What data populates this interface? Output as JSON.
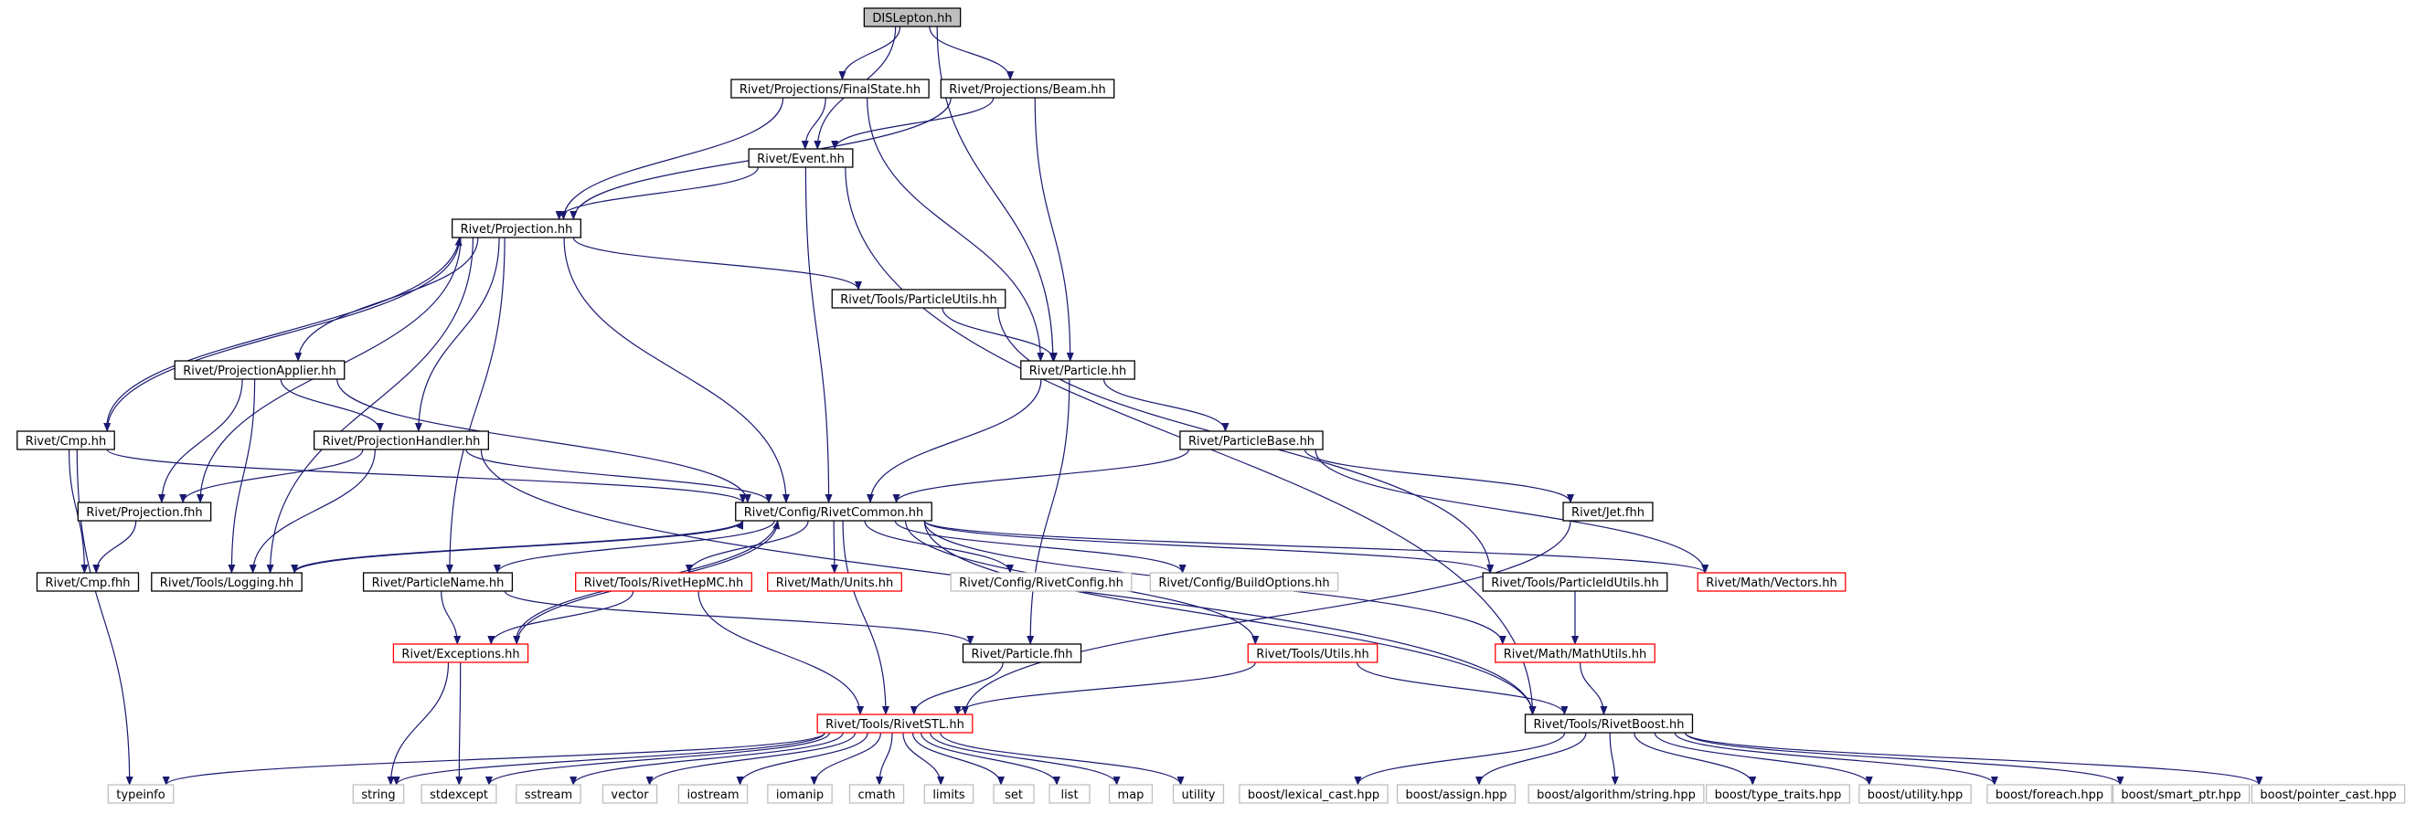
{
  "diagram": {
    "type": "include-dependency-graph",
    "root": "DISLepton.hh",
    "colors": {
      "edge": "#191970",
      "root_fill": "#bfbfbf",
      "documented_border": "#000000",
      "undocumented_border": "#ff0000",
      "external_border": "#bfbfbf"
    },
    "nodes": [
      {
        "id": "dislepton",
        "label": "DISLepton.hh",
        "kind": "root"
      },
      {
        "id": "finalstate",
        "label": "Rivet/Projections/FinalState.hh",
        "kind": "doc"
      },
      {
        "id": "beam",
        "label": "Rivet/Projections/Beam.hh",
        "kind": "doc"
      },
      {
        "id": "event",
        "label": "Rivet/Event.hh",
        "kind": "doc"
      },
      {
        "id": "projection",
        "label": "Rivet/Projection.hh",
        "kind": "doc"
      },
      {
        "id": "particleutils",
        "label": "Rivet/Tools/ParticleUtils.hh",
        "kind": "doc"
      },
      {
        "id": "projapplier",
        "label": "Rivet/ProjectionApplier.hh",
        "kind": "doc"
      },
      {
        "id": "particle",
        "label": "Rivet/Particle.hh",
        "kind": "doc"
      },
      {
        "id": "cmp",
        "label": "Rivet/Cmp.hh",
        "kind": "doc"
      },
      {
        "id": "projhandler",
        "label": "Rivet/ProjectionHandler.hh",
        "kind": "doc"
      },
      {
        "id": "particlebase",
        "label": "Rivet/ParticleBase.hh",
        "kind": "doc"
      },
      {
        "id": "projfhh",
        "label": "Rivet/Projection.fhh",
        "kind": "doc"
      },
      {
        "id": "rivetcommon",
        "label": "Rivet/Config/RivetCommon.hh",
        "kind": "doc"
      },
      {
        "id": "jetfhh",
        "label": "Rivet/Jet.fhh",
        "kind": "doc"
      },
      {
        "id": "cmpfhh",
        "label": "Rivet/Cmp.fhh",
        "kind": "doc"
      },
      {
        "id": "logging",
        "label": "Rivet/Tools/Logging.hh",
        "kind": "doc"
      },
      {
        "id": "particlename",
        "label": "Rivet/ParticleName.hh",
        "kind": "doc"
      },
      {
        "id": "rivethepmc",
        "label": "Rivet/Tools/RivetHepMC.hh",
        "kind": "undoc"
      },
      {
        "id": "units",
        "label": "Rivet/Math/Units.hh",
        "kind": "undoc"
      },
      {
        "id": "rivetconfig",
        "label": "Rivet/Config/RivetConfig.hh",
        "kind": "ext"
      },
      {
        "id": "buildoptions",
        "label": "Rivet/Config/BuildOptions.hh",
        "kind": "ext"
      },
      {
        "id": "particleidutils",
        "label": "Rivet/Tools/ParticleIdUtils.hh",
        "kind": "doc"
      },
      {
        "id": "vectors",
        "label": "Rivet/Math/Vectors.hh",
        "kind": "undoc"
      },
      {
        "id": "exceptions",
        "label": "Rivet/Exceptions.hh",
        "kind": "undoc"
      },
      {
        "id": "particlefhh",
        "label": "Rivet/Particle.fhh",
        "kind": "doc"
      },
      {
        "id": "utils",
        "label": "Rivet/Tools/Utils.hh",
        "kind": "undoc"
      },
      {
        "id": "mathutils",
        "label": "Rivet/Math/MathUtils.hh",
        "kind": "undoc"
      },
      {
        "id": "rivetstl",
        "label": "Rivet/Tools/RivetSTL.hh",
        "kind": "undoc"
      },
      {
        "id": "rivetboost",
        "label": "Rivet/Tools/RivetBoost.hh",
        "kind": "doc"
      },
      {
        "id": "typeinfo",
        "label": "typeinfo",
        "kind": "ext"
      },
      {
        "id": "string",
        "label": "string",
        "kind": "ext"
      },
      {
        "id": "stdexcept",
        "label": "stdexcept",
        "kind": "ext"
      },
      {
        "id": "sstream",
        "label": "sstream",
        "kind": "ext"
      },
      {
        "id": "vector",
        "label": "vector",
        "kind": "ext"
      },
      {
        "id": "iostream",
        "label": "iostream",
        "kind": "ext"
      },
      {
        "id": "iomanip",
        "label": "iomanip",
        "kind": "ext"
      },
      {
        "id": "cmath",
        "label": "cmath",
        "kind": "ext"
      },
      {
        "id": "limits",
        "label": "limits",
        "kind": "ext"
      },
      {
        "id": "set",
        "label": "set",
        "kind": "ext"
      },
      {
        "id": "list",
        "label": "list",
        "kind": "ext"
      },
      {
        "id": "map",
        "label": "map",
        "kind": "ext"
      },
      {
        "id": "utility",
        "label": "utility",
        "kind": "ext"
      },
      {
        "id": "lexicalcast",
        "label": "boost/lexical_cast.hpp",
        "kind": "ext"
      },
      {
        "id": "assign",
        "label": "boost/assign.hpp",
        "kind": "ext"
      },
      {
        "id": "algostring",
        "label": "boost/algorithm/string.hpp",
        "kind": "ext"
      },
      {
        "id": "typetraits",
        "label": "boost/type_traits.hpp",
        "kind": "ext"
      },
      {
        "id": "butility",
        "label": "boost/utility.hpp",
        "kind": "ext"
      },
      {
        "id": "foreach",
        "label": "boost/foreach.hpp",
        "kind": "ext"
      },
      {
        "id": "smartptr",
        "label": "boost/smart_ptr.hpp",
        "kind": "ext"
      },
      {
        "id": "pointercast",
        "label": "boost/pointer_cast.hpp",
        "kind": "ext"
      }
    ],
    "edges": [
      [
        "dislepton",
        "finalstate"
      ],
      [
        "dislepton",
        "beam"
      ],
      [
        "dislepton",
        "event"
      ],
      [
        "dislepton",
        "particle"
      ],
      [
        "finalstate",
        "event"
      ],
      [
        "finalstate",
        "projection"
      ],
      [
        "finalstate",
        "particle"
      ],
      [
        "beam",
        "event"
      ],
      [
        "beam",
        "projection"
      ],
      [
        "beam",
        "particle"
      ],
      [
        "event",
        "projection"
      ],
      [
        "event",
        "rivetcommon"
      ],
      [
        "event",
        "rivetboost"
      ],
      [
        "projection",
        "particleutils"
      ],
      [
        "projection",
        "projapplier"
      ],
      [
        "projection",
        "cmp"
      ],
      [
        "projection",
        "projhandler"
      ],
      [
        "projection",
        "projfhh"
      ],
      [
        "projection",
        "rivetcommon"
      ],
      [
        "projection",
        "logging"
      ],
      [
        "projection",
        "particlename"
      ],
      [
        "particleutils",
        "particle"
      ],
      [
        "particleutils",
        "particleidutils"
      ],
      [
        "projapplier",
        "projhandler"
      ],
      [
        "projapplier",
        "projfhh"
      ],
      [
        "projapplier",
        "logging"
      ],
      [
        "projapplier",
        "rivetcommon"
      ],
      [
        "particle",
        "particlebase"
      ],
      [
        "particle",
        "rivetcommon"
      ],
      [
        "particle",
        "particlefhh"
      ],
      [
        "cmp",
        "projection"
      ],
      [
        "cmp",
        "cmpfhh"
      ],
      [
        "cmp",
        "rivetcommon"
      ],
      [
        "cmp",
        "typeinfo"
      ],
      [
        "projhandler",
        "rivetcommon"
      ],
      [
        "projhandler",
        "projfhh"
      ],
      [
        "projhandler",
        "logging"
      ],
      [
        "projhandler",
        "rivetboost"
      ],
      [
        "particlebase",
        "rivetcommon"
      ],
      [
        "particlebase",
        "jetfhh"
      ],
      [
        "particlebase",
        "vectors"
      ],
      [
        "projfhh",
        "cmpfhh"
      ],
      [
        "jetfhh",
        "rivetstl"
      ],
      [
        "rivetcommon",
        "logging"
      ],
      [
        "rivetcommon",
        "particlename"
      ],
      [
        "rivetcommon",
        "rivethepmc"
      ],
      [
        "rivetcommon",
        "units"
      ],
      [
        "rivetcommon",
        "rivetconfig"
      ],
      [
        "rivetcommon",
        "buildoptions"
      ],
      [
        "rivetcommon",
        "particleidutils"
      ],
      [
        "rivetcommon",
        "vectors"
      ],
      [
        "rivetcommon",
        "exceptions"
      ],
      [
        "rivetcommon",
        "utils"
      ],
      [
        "rivetcommon",
        "mathutils"
      ],
      [
        "rivetcommon",
        "rivetstl"
      ],
      [
        "rivetcommon",
        "rivetboost"
      ],
      [
        "logging",
        "rivetcommon"
      ],
      [
        "particlename",
        "exceptions"
      ],
      [
        "particlename",
        "particlefhh"
      ],
      [
        "rivethepmc",
        "exceptions"
      ],
      [
        "rivethepmc",
        "rivetstl"
      ],
      [
        "exceptions",
        "rivetcommon"
      ],
      [
        "exceptions",
        "string"
      ],
      [
        "exceptions",
        "stdexcept"
      ],
      [
        "particlefhh",
        "rivetstl"
      ],
      [
        "particleidutils",
        "mathutils"
      ],
      [
        "utils",
        "rivetstl"
      ],
      [
        "utils",
        "rivetboost"
      ],
      [
        "mathutils",
        "rivetboost"
      ],
      [
        "rivetstl",
        "typeinfo"
      ],
      [
        "rivetstl",
        "string"
      ],
      [
        "rivetstl",
        "stdexcept"
      ],
      [
        "rivetstl",
        "sstream"
      ],
      [
        "rivetstl",
        "vector"
      ],
      [
        "rivetstl",
        "iostream"
      ],
      [
        "rivetstl",
        "iomanip"
      ],
      [
        "rivetstl",
        "cmath"
      ],
      [
        "rivetstl",
        "limits"
      ],
      [
        "rivetstl",
        "set"
      ],
      [
        "rivetstl",
        "list"
      ],
      [
        "rivetstl",
        "map"
      ],
      [
        "rivetstl",
        "utility"
      ],
      [
        "rivetboost",
        "lexicalcast"
      ],
      [
        "rivetboost",
        "assign"
      ],
      [
        "rivetboost",
        "algostring"
      ],
      [
        "rivetboost",
        "typetraits"
      ],
      [
        "rivetboost",
        "butility"
      ],
      [
        "rivetboost",
        "foreach"
      ],
      [
        "rivetboost",
        "smartptr"
      ],
      [
        "rivetboost",
        "pointercast"
      ]
    ]
  }
}
